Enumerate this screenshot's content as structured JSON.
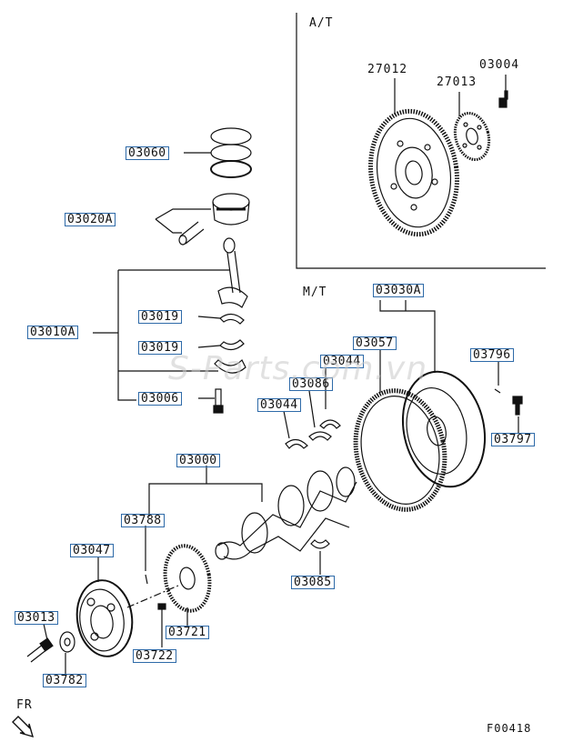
{
  "sections": {
    "at_label": "A/T",
    "mt_label": "M/T",
    "fr_label": "FR",
    "figure_code": "F00418"
  },
  "watermark": "S-Parts.com.vn",
  "colors": {
    "line": "#111111",
    "label_border": "#2e6aa8",
    "watermark": "#c9c9c9"
  },
  "parts": {
    "p27012": "27012",
    "p27013": "27013",
    "p03004": "03004",
    "p03060": "03060",
    "p03020A": "03020A",
    "p03010A": "03010A",
    "p03019a": "03019",
    "p03019b": "03019",
    "p03006": "03006",
    "p03030A": "03030A",
    "p03057": "03057",
    "p03044a": "03044",
    "p03044b": "03044",
    "p03086": "03086",
    "p03796": "03796",
    "p03797": "03797",
    "p03000": "03000",
    "p03788": "03788",
    "p03047": "03047",
    "p03013": "03013",
    "p03782": "03782",
    "p03722": "03722",
    "p03721": "03721",
    "p03085": "03085"
  }
}
